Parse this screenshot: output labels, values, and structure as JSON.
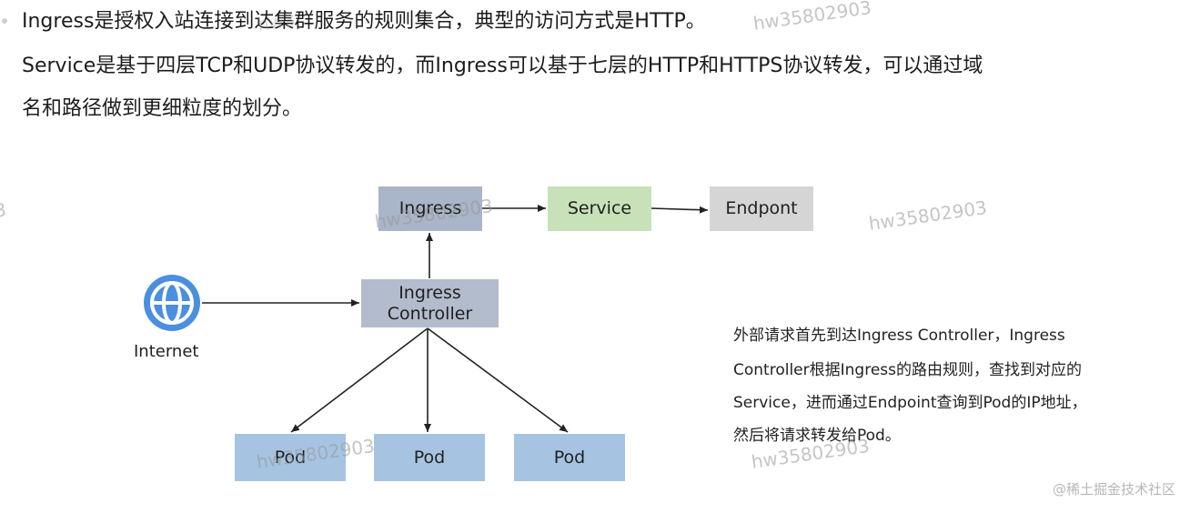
{
  "text": {
    "line1": "Ingress是授权入站连接到达集群服务的规则集合，典型的访问方式是HTTP。",
    "line2": "Service是基于四层TCP和UDP协议转发的，而Ingress可以基于七层的HTTP和HTTPS协议转发，可以通过域",
    "line3": "名和路径做到更细粒度的划分。"
  },
  "diagram": {
    "ingress": "Ingress",
    "service": "Service",
    "endpoint": "Endpont",
    "controller_line1": "Ingress",
    "controller_line2": "Controller",
    "internet": "Internet",
    "pods": [
      "Pod",
      "Pod",
      "Pod"
    ],
    "colors": {
      "ingress": "#a9b5c8",
      "service": "#c7e1b9",
      "endpoint": "#d5d5d5",
      "controller": "#b2bccd",
      "pod": "#a6c4e2",
      "globe": "#4a8fe0"
    }
  },
  "note": [
    "外部请求首先到达Ingress Controller，Ingress",
    "Controller根据Ingress的路由规则，查找到对应的",
    "Service，进而通过Endpoint查询到Pod的IP地址，",
    "然后将请求转发给Pod。"
  ],
  "watermark": "hw35802903",
  "watermark_partial_left": "3",
  "footer": "@稀土掘金技术社区"
}
